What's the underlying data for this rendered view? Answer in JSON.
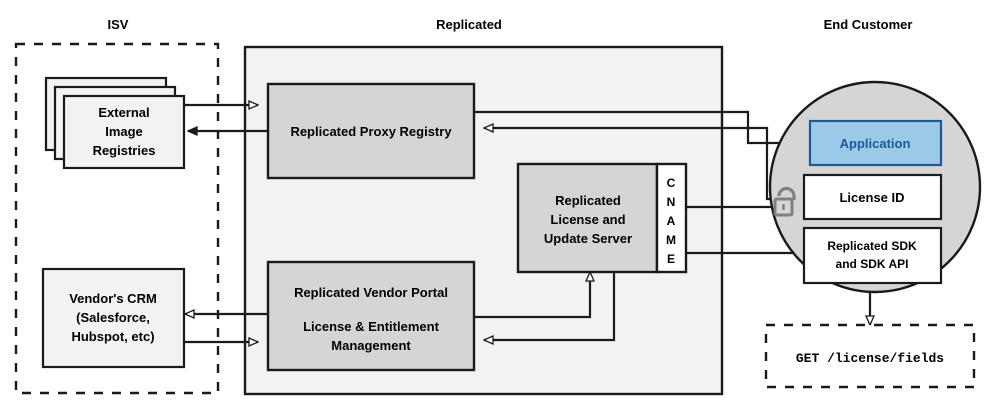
{
  "zones": {
    "isv": {
      "title": "ISV"
    },
    "replicated": {
      "title": "Replicated"
    },
    "end_customer": {
      "title": "End Customer"
    }
  },
  "nodes": {
    "external_image_registries": {
      "lines": [
        "External",
        "Image",
        "Registries"
      ]
    },
    "vendors_crm": {
      "lines": [
        "Vendor's CRM",
        "(Salesforce,",
        "Hubspot, etc)"
      ]
    },
    "replicated_proxy_registry": {
      "lines": [
        "Replicated Proxy Registry"
      ]
    },
    "replicated_license_update_server": {
      "lines": [
        "Replicated",
        "License and",
        "Update Server"
      ]
    },
    "cname": {
      "label": "CNAME",
      "letters": [
        "C",
        "N",
        "A",
        "M",
        "E"
      ]
    },
    "replicated_vendor_portal": {
      "lines": [
        "Replicated Vendor Portal",
        "License & Entitlement",
        "Management"
      ]
    },
    "application": {
      "lines": [
        "Application"
      ]
    },
    "license_id": {
      "lines": [
        "License ID"
      ]
    },
    "replicated_sdk": {
      "lines": [
        "Replicated SDK",
        "and SDK API"
      ]
    },
    "api_request": {
      "text": "GET /license/fields"
    },
    "unlock_icon": {
      "name": "unlock-icon"
    }
  },
  "colors": {
    "node_fill": "#d5d5d5",
    "zone_fill": "#f2f2f2",
    "circle_fill": "#d5d5d5",
    "card_fill": "#f2f2f2",
    "white_fill": "#ffffff",
    "app_fill": "#9dc9e8",
    "app_stroke": "#1a5a96",
    "app_text": "#1a5a96",
    "stroke": "#1a1a1a",
    "lock": "#808080"
  }
}
